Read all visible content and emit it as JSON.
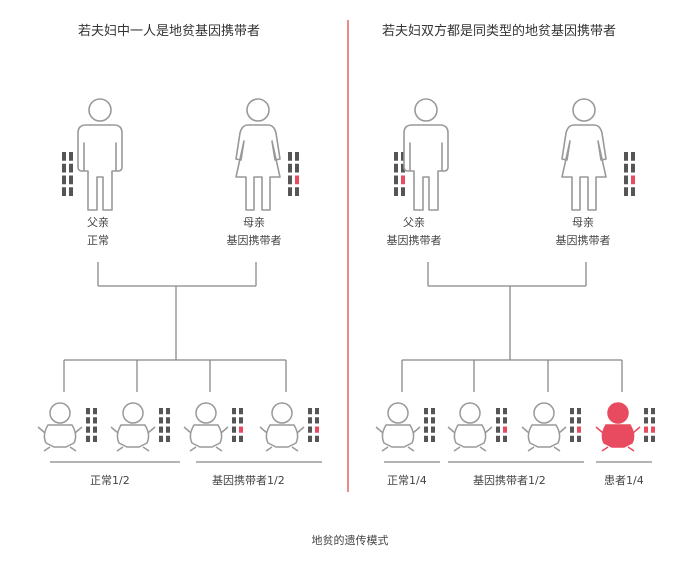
{
  "colors": {
    "red": "#e84a5f",
    "outline": "#999999",
    "line": "#888888",
    "divider": "#d9413d"
  },
  "left": {
    "title": "若夫妇中一人是地贫基因携带者",
    "father": {
      "role": "父亲",
      "status": "正常",
      "type": "normal"
    },
    "mother": {
      "role": "母亲",
      "status": "基因携带者",
      "type": "carrier"
    },
    "children": [
      "normal",
      "normal",
      "carrier",
      "carrier"
    ],
    "groups": [
      {
        "label": "正常1/2"
      },
      {
        "label": "基因携带者1/2"
      }
    ]
  },
  "right": {
    "title": "若夫妇双方都是同类型的地贫基因携带者",
    "father": {
      "role": "父亲",
      "status": "基因携带者",
      "type": "carrier"
    },
    "mother": {
      "role": "母亲",
      "status": "基因携带者",
      "type": "carrier"
    },
    "children": [
      "normal",
      "carrier",
      "carrier",
      "patient"
    ],
    "groups": [
      {
        "label": "正常1/4"
      },
      {
        "label": "基因携带者1/2"
      },
      {
        "label": "患者1/4"
      }
    ]
  },
  "caption": "地贫的遗传模式"
}
